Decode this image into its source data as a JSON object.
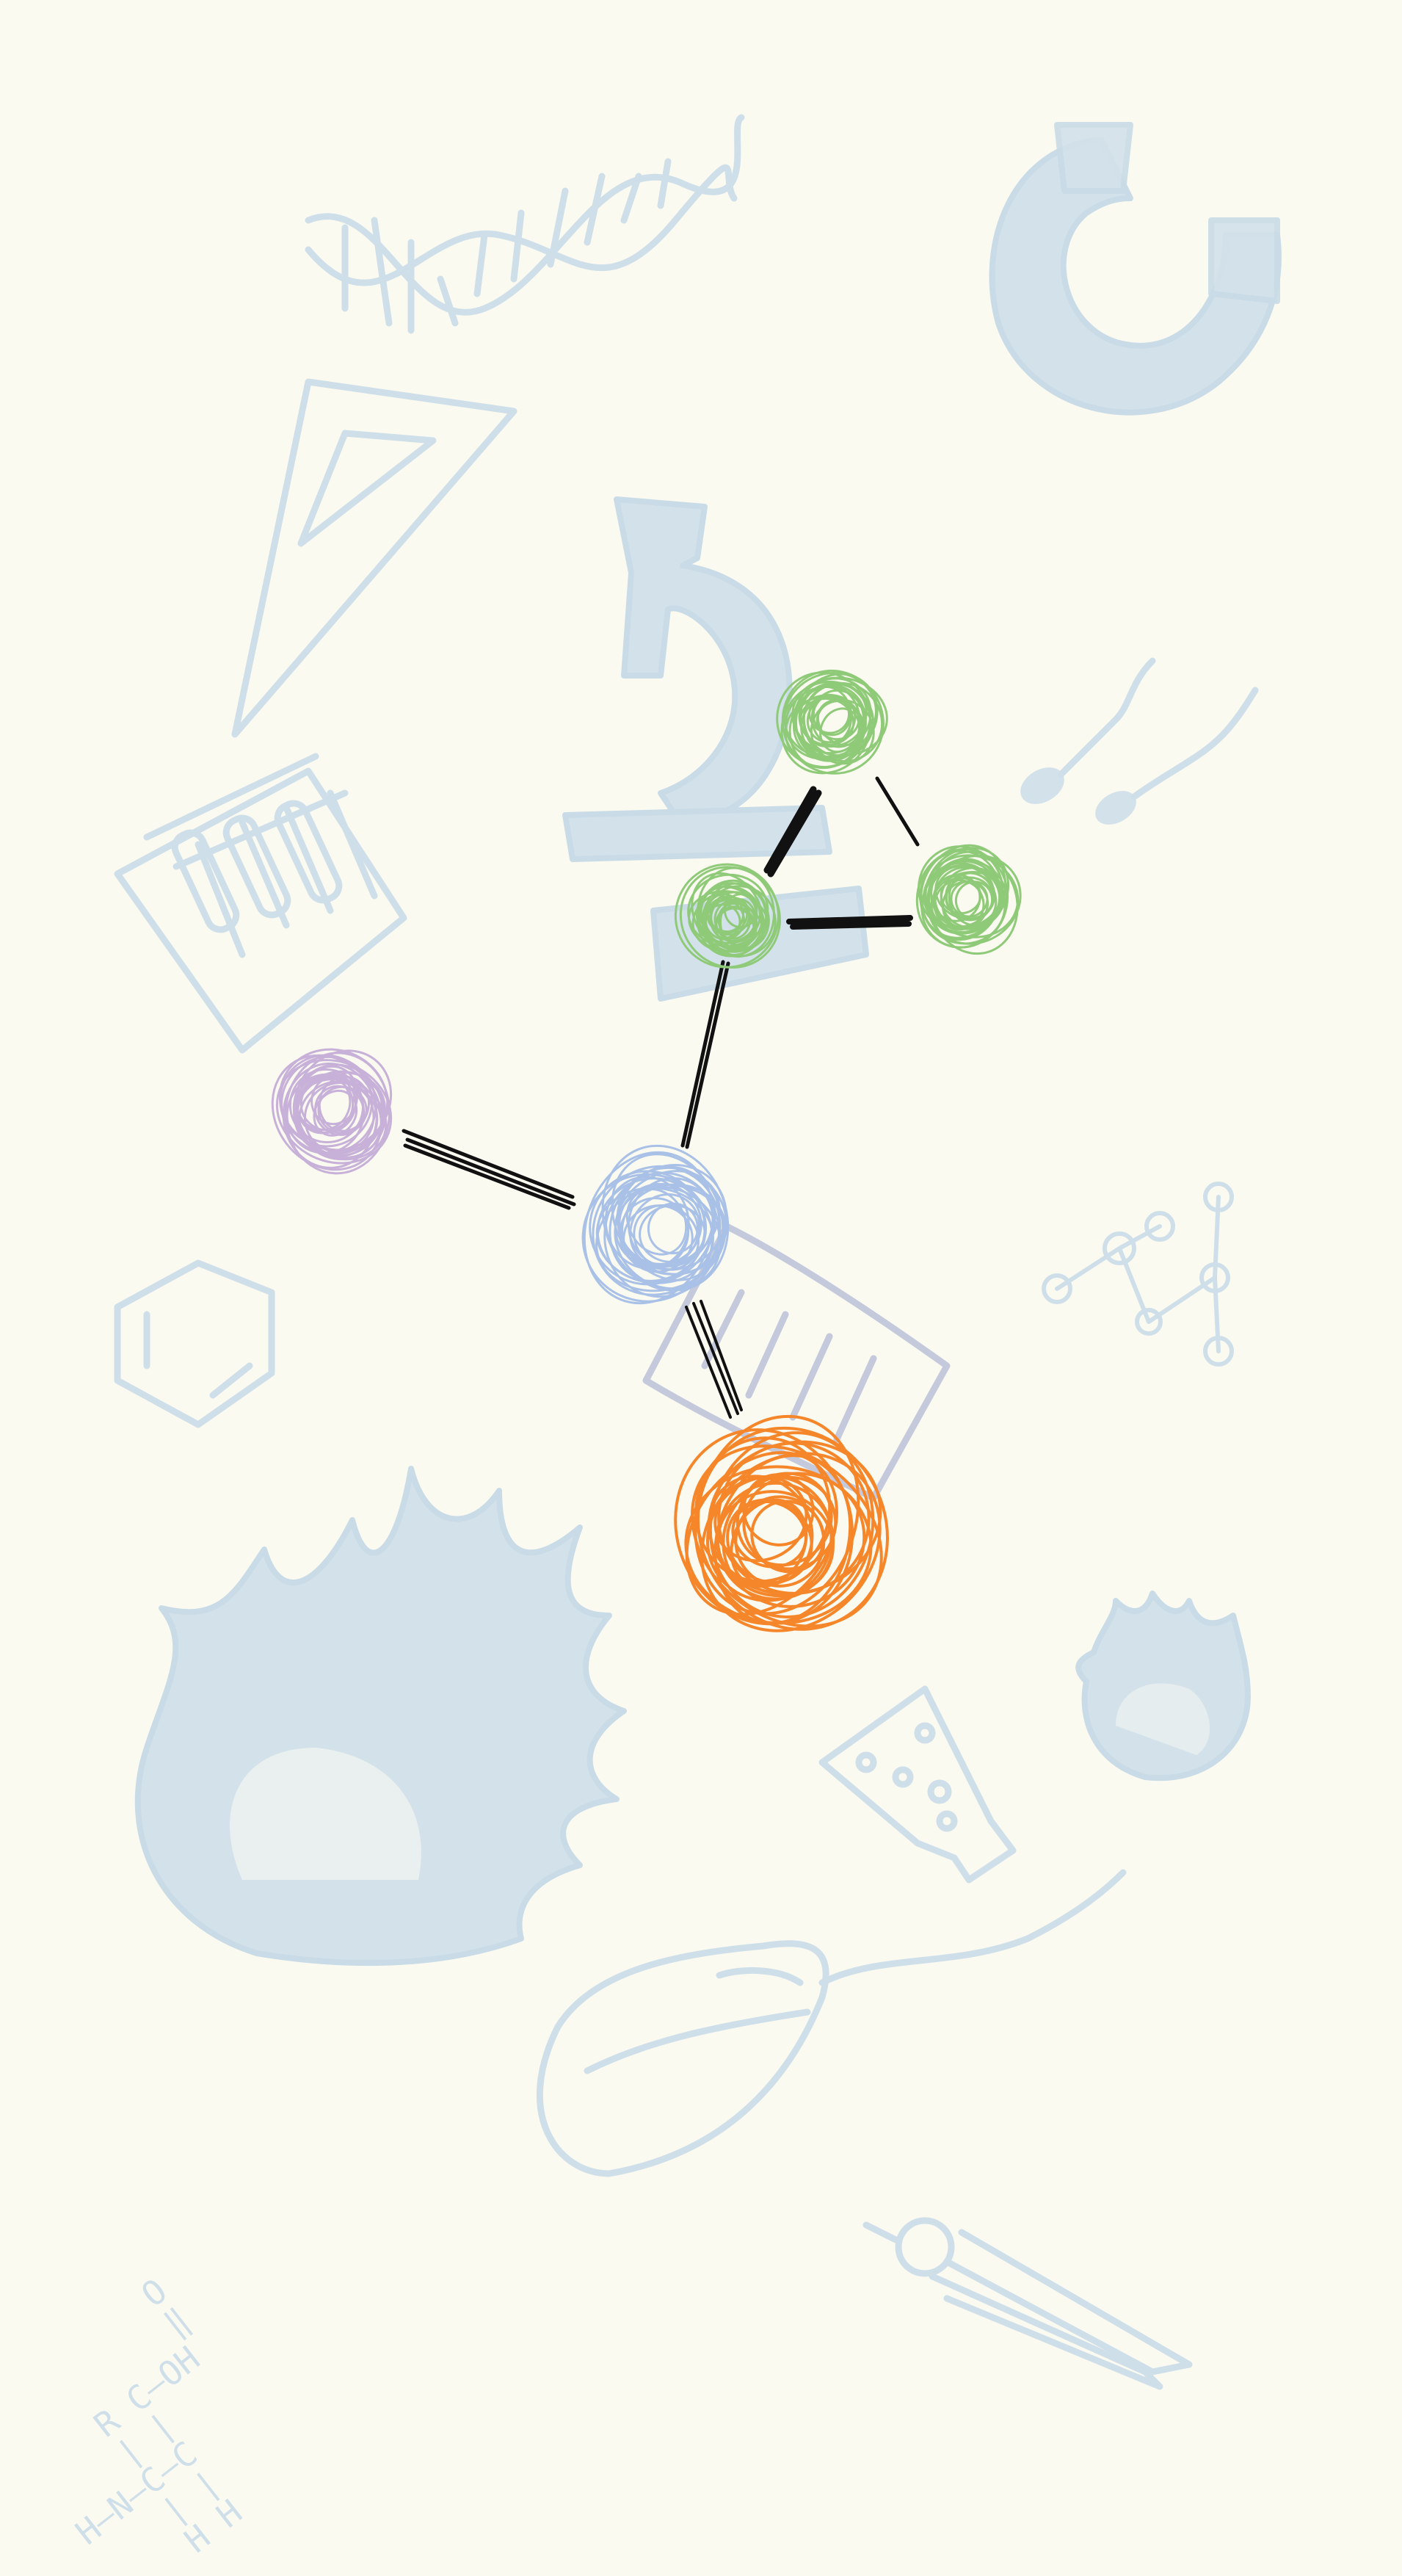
{
  "background_color": "#fafaf1",
  "doodle_color": "#cfdfe9",
  "bond_color": "#111111",
  "molecule": {
    "atoms": [
      {
        "name": "green-atom-top",
        "color": "#8fca78"
      },
      {
        "name": "green-atom-right",
        "color": "#8fca78"
      },
      {
        "name": "green-atom-middle",
        "color": "#8fca78"
      },
      {
        "name": "purple-atom",
        "color": "#c8b1d8"
      },
      {
        "name": "blue-atom",
        "color": "#a9c1e6"
      },
      {
        "name": "orange-atom",
        "color": "#f5862a"
      }
    ]
  },
  "doodles": [
    "dna-helix-icon",
    "magnet-icon",
    "triangle-ruler-icon",
    "microscope-icon",
    "test-tube-rack-icon",
    "sperm-cells-icon",
    "molecule-network-icon",
    "benzene-ring-icon",
    "paper-note-icon",
    "flame-icon",
    "small-flame-icon",
    "flask-icon",
    "computer-mouse-icon",
    "compass-icon",
    "amino-acid-formula-icon"
  ],
  "formula": {
    "lines": [
      "O",
      "‖",
      "R  C—OH",
      "|  |",
      "H—N—C—C",
      "|  |",
      "H  H"
    ]
  }
}
